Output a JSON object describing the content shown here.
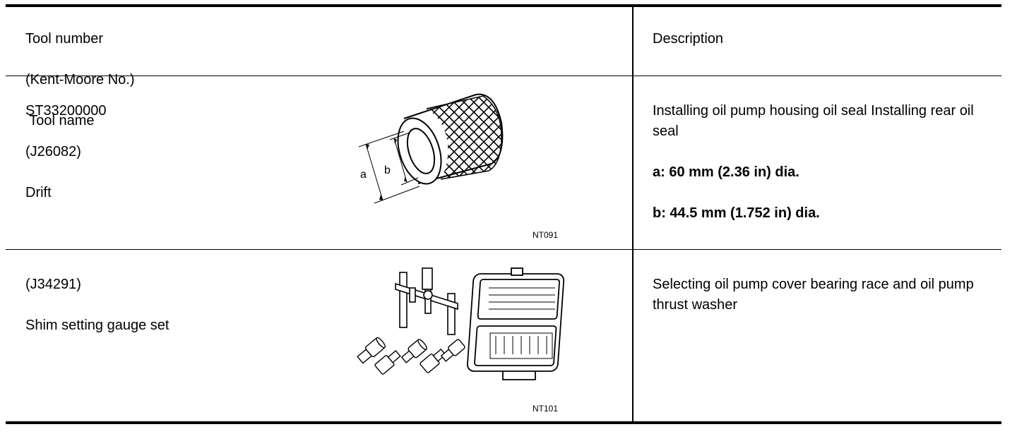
{
  "header": {
    "col1": [
      "Tool number",
      "(Kent-Moore No.)",
      " Tool name"
    ],
    "col2": "Description"
  },
  "rows": [
    {
      "tool_lines": [
        "ST33200000",
        "(J26082)",
        "Drift"
      ],
      "figure_code": "NT091",
      "figure_labels": {
        "a": "a",
        "b": "b"
      },
      "description": "Installing oil pump housing oil seal Installing rear oil seal",
      "desc_bold": [
        "a: 60 mm (2.36 in) dia.",
        "b: 44.5 mm (1.752 in) dia."
      ]
    },
    {
      "tool_lines": [
        "(J34291)",
        "Shim setting gauge set"
      ],
      "figure_code": "NT101",
      "description": "Selecting oil pump cover bearing race and oil pump thrust washer",
      "desc_bold": []
    }
  ]
}
